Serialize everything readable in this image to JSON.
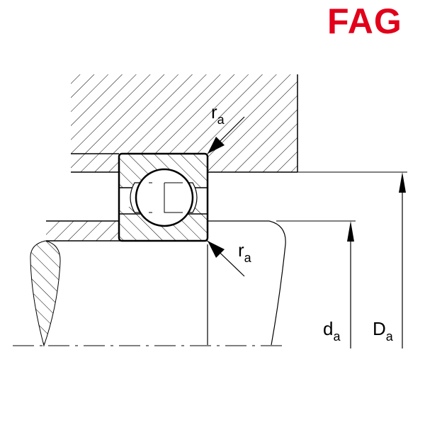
{
  "logo": {
    "text": "FAG",
    "color": "#e2001a"
  },
  "labels": {
    "ra_top": {
      "main": "r",
      "sub": "a"
    },
    "ra_bottom": {
      "main": "r",
      "sub": "a"
    },
    "da": {
      "main": "d",
      "sub": "a"
    },
    "Da": {
      "main": "D",
      "sub": "a"
    }
  }
}
